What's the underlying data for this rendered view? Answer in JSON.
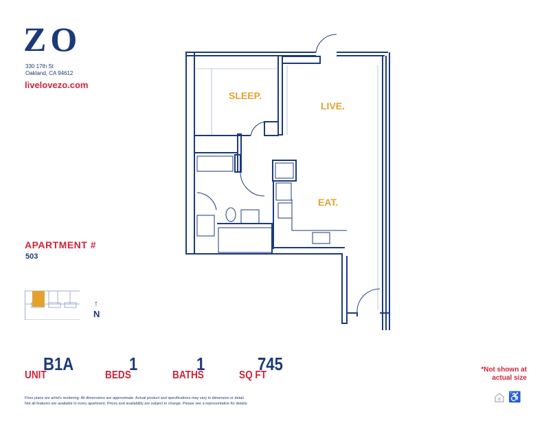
{
  "brand": {
    "logo": "ZO",
    "address_line1": "330 17th St",
    "address_line2": "Oakland, CA 94612",
    "website": "livelovezo.com"
  },
  "apartment": {
    "label": "APARTMENT #",
    "number": "503"
  },
  "rooms": {
    "sleep": "SLEEP.",
    "live": "LIVE.",
    "eat": "EAT."
  },
  "compass": {
    "arrow": "↑",
    "label": "N"
  },
  "specs": {
    "unit_label": "UNIT",
    "unit_value": "B1A",
    "beds_label": "BEDS",
    "beds_value": "1",
    "baths_label": "BATHS",
    "baths_value": "1",
    "sqft_label": "SQ FT",
    "sqft_value": "745"
  },
  "note": {
    "asterisk": "*",
    "line1": "Not shown at",
    "line2": "actual size"
  },
  "disclaimer": {
    "line1": "Floor plans are artist's rendering. All dimensions are approximate. Actual product and specifications may vary in dimension or detail.",
    "line2": "Not all features are available in every apartment. Prices and availability are subject to change. Please see a representative for details."
  },
  "icons": [
    "equal-housing-icon",
    "accessibility-icon"
  ],
  "colors": {
    "navy": "#1b3a7a",
    "red": "#d0233a",
    "highlight": "#e3a22e"
  }
}
